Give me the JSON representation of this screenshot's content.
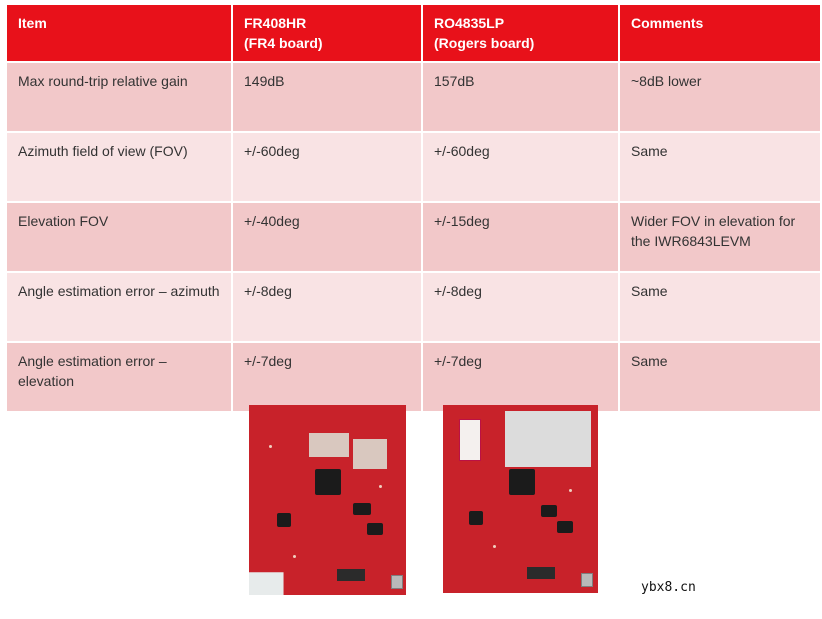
{
  "table": {
    "headers": [
      {
        "lines": [
          "Item"
        ]
      },
      {
        "lines": [
          "FR408HR",
          "(FR4 board)"
        ]
      },
      {
        "lines": [
          "RO4835LP",
          "(Rogers board)"
        ]
      },
      {
        "lines": [
          "Comments"
        ]
      }
    ],
    "rows": [
      [
        "Max round-trip relative gain",
        "149dB",
        "157dB",
        "~8dB lower"
      ],
      [
        "Azimuth field of view (FOV)",
        "+/-60deg",
        "+/-60deg",
        "Same"
      ],
      [
        "Elevation FOV",
        "+/-40deg",
        "+/-15deg",
        "Wider FOV in elevation for the IWR6843LEVM"
      ],
      [
        "Angle estimation error – azimuth",
        "+/-8deg",
        "+/-8deg",
        "Same"
      ],
      [
        "Angle estimation error – elevation",
        "+/-7deg",
        "+/-7deg",
        "Same"
      ]
    ]
  },
  "colors": {
    "header_bg": "#e8111a",
    "row_dark": "#f2c8c9",
    "row_light": "#f9e3e4",
    "pcb_red": "#c8222a"
  },
  "images": {
    "left_board": "fr4-board-photo",
    "right_board": "rogers-board-photo"
  },
  "watermark": "ybx8.cn"
}
